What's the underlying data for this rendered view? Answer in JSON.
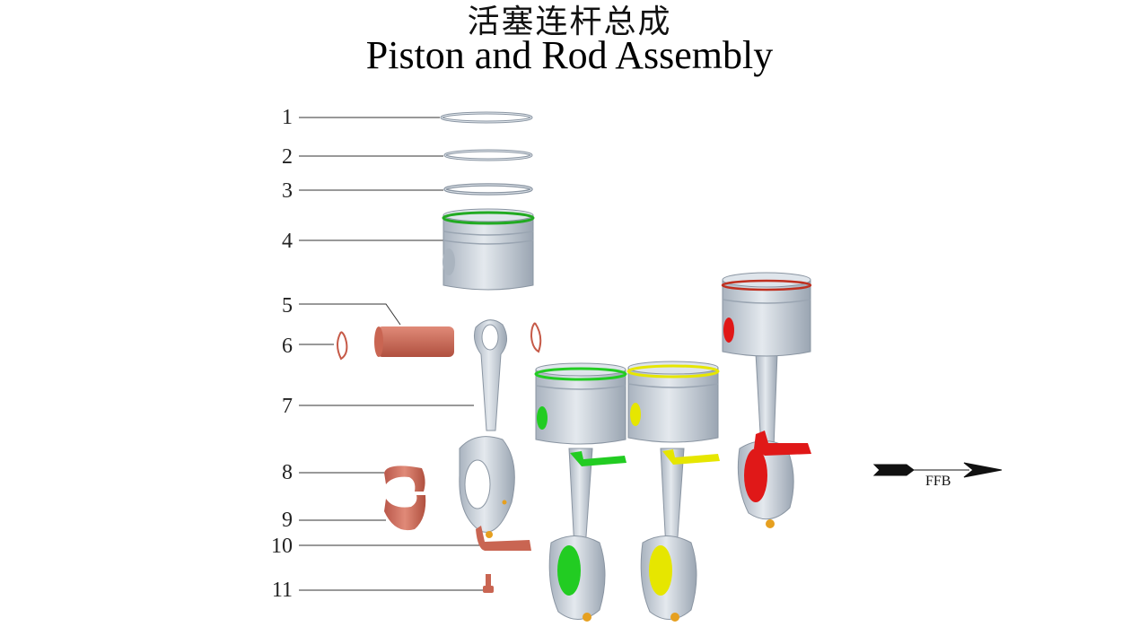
{
  "title": {
    "cn": "活塞连杆总成",
    "en": "Piston and Rod Assembly"
  },
  "callouts": [
    "1",
    "2",
    "3",
    "4",
    "5",
    "6",
    "7",
    "8",
    "9",
    "10",
    "11"
  ],
  "direction_label": "FFB",
  "colors": {
    "steel": "#c3ccd6",
    "copper": "#d06a5a",
    "green": "#22cc22",
    "yellow": "#e6e600",
    "red": "#e01818"
  }
}
